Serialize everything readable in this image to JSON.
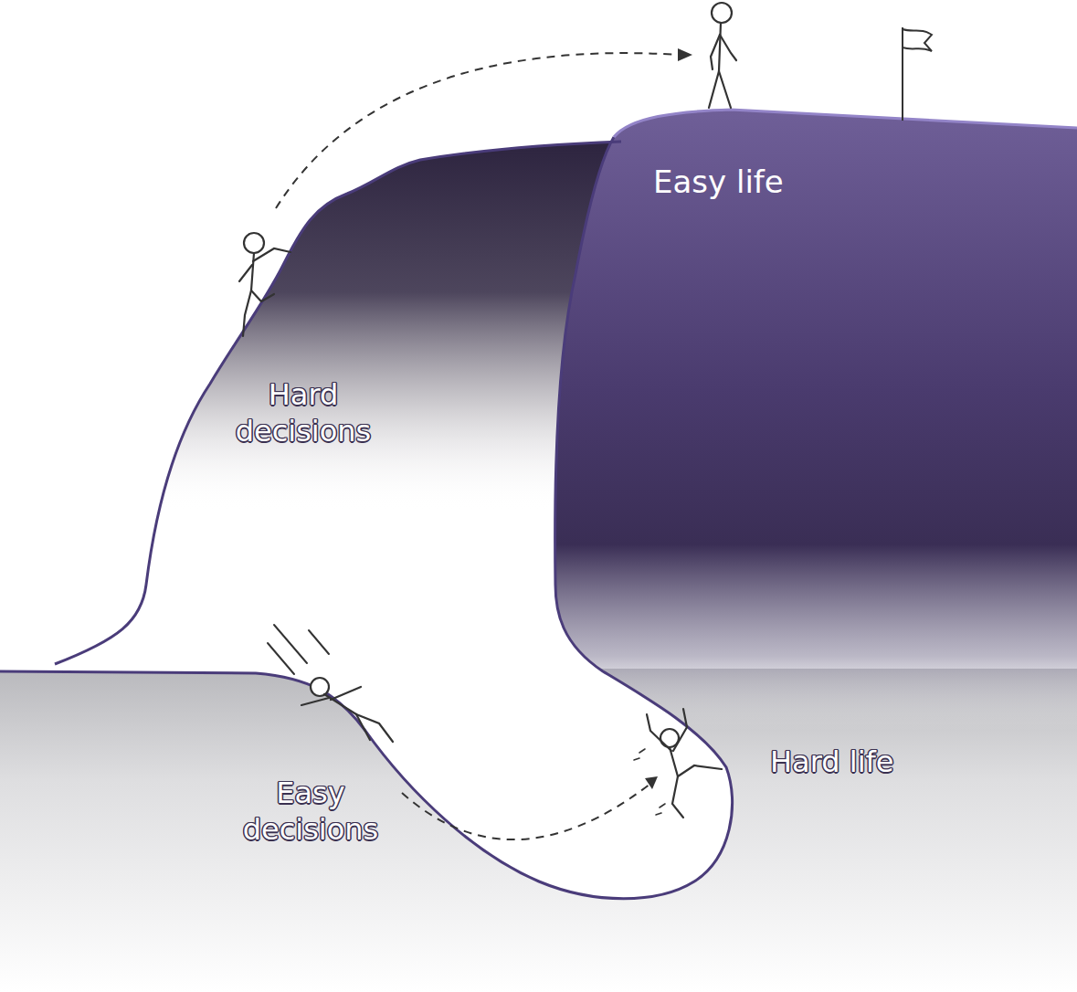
{
  "diagram": {
    "labels": [
      "Easy life",
      "Hard decisions",
      "Easy decisions",
      "Hard life"
    ]
  }
}
